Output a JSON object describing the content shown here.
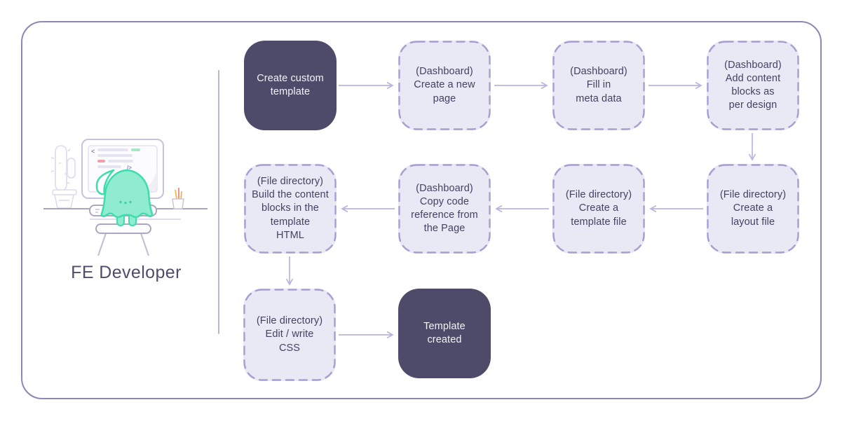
{
  "persona": {
    "label": "FE Developer"
  },
  "flow": {
    "boxes": [
      {
        "label": "Create custom\ntemplate",
        "variant": "solid"
      },
      {
        "label": "(Dashboard)\nCreate a new\npage",
        "variant": "dashed"
      },
      {
        "label": "(Dashboard)\nFill in\nmeta data",
        "variant": "dashed"
      },
      {
        "label": "(Dashboard)\nAdd content\nblocks as\nper design",
        "variant": "dashed"
      },
      {
        "label": "(File directory)\nBuild the content\nblocks in the\ntemplate\nHTML",
        "variant": "dashed"
      },
      {
        "label": "(Dashboard)\nCopy code\nreference from\nthe Page",
        "variant": "dashed"
      },
      {
        "label": "(File directory)\nCreate a\ntemplate file",
        "variant": "dashed"
      },
      {
        "label": "(File directory)\nCreate a\nlayout file",
        "variant": "dashed"
      },
      {
        "label": "(File directory)\nEdit / write\nCSS",
        "variant": "dashed"
      },
      {
        "label": "Template\ncreated",
        "variant": "solid"
      }
    ]
  },
  "illustration": {
    "code_open_glyph": "<",
    "code_close_glyph": "/>"
  },
  "colors": {
    "solid_box_bg": "#4d4b69",
    "solid_box_text": "#f4f3f9",
    "dashed_box_bg": "#e9e8f5",
    "dashed_box_border": "#a5a0d2",
    "box_text": "#454161",
    "arrow": "#b9b5de",
    "frame_border": "#8d87b3",
    "divider": "#b9b6cf",
    "mascot_fill": "#8feccf",
    "mascot_outline": "#3eddab",
    "code_green": "#a6e7c5",
    "code_pink": "#f29fab"
  }
}
